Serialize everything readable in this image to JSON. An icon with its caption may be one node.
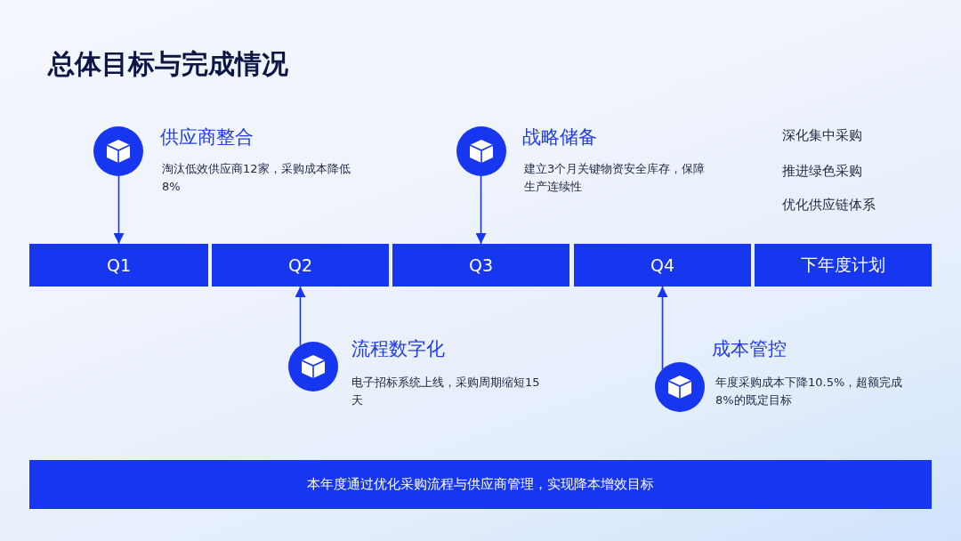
{
  "diagram": {
    "title": "总体目标与完成情况",
    "nodes": [
      {
        "text": [
          "Q1"
        ]
      },
      {
        "text": [
          "Q2"
        ]
      },
      {
        "text": [
          "Q3"
        ]
      },
      {
        "text": [
          "Q4"
        ]
      },
      {
        "text": [
          "下年度计划"
        ]
      },
      {
        "text": [],
        "shape": "circle",
        "beside": [
          "供应商整合",
          "淘汰低效供应商12家，采购成本降低8%"
        ]
      },
      {
        "text": [],
        "shape": "circle",
        "beside": [
          "流程数字化",
          "电子招标系统上线，采购周期缩短15天"
        ]
      },
      {
        "text": [],
        "shape": "circle",
        "beside": [
          "战略储备",
          "建立3个月关键物资安全库存，保障生产连续性"
        ]
      },
      {
        "text": [],
        "shape": "circle",
        "beside": [
          "成本管控",
          "年度采购成本下降10.5%，超额完成8%的既定目标"
        ]
      },
      {
        "text": [
          "本年度通过优化采购流程与供应商管理，实现降本增效目标"
        ]
      }
    ],
    "edges": [
      {
        "from": 5,
        "to": 0,
        "arrow": "to"
      },
      {
        "from": 6,
        "to": 1,
        "arrow": "to"
      },
      {
        "from": 7,
        "to": 2,
        "arrow": "to"
      },
      {
        "from": 8,
        "to": 3,
        "arrow": "to"
      }
    ],
    "labels": [
      "深化集中采购",
      "推进绿色采购",
      "优化供应链体系"
    ]
  }
}
